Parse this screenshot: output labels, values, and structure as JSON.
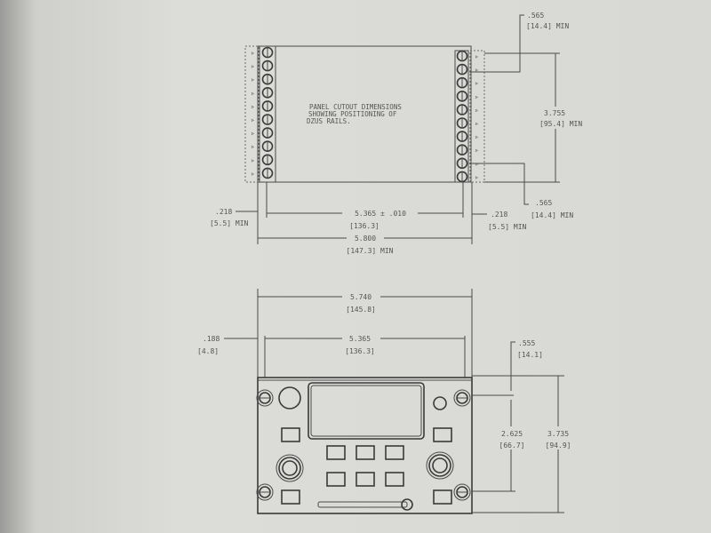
{
  "top_view": {
    "note": [
      "PANEL CUTOUT DIMENSIONS",
      "SHOWING POSITIONING OF",
      "DZUS RAILS."
    ],
    "dims": {
      "top_offset": ".565",
      "top_offset_mm": "[14.4] MIN",
      "height": "3.755",
      "height_mm": "[95.4] MIN",
      "bottom_offset": ".565",
      "bottom_offset_mm": "[14.4] MIN",
      "inner_width": "5.365 ± .010",
      "inner_width_mm": "[136.3]",
      "left_margin": ".218",
      "left_margin_mm": "[5.5] MIN",
      "right_margin": ".218",
      "right_margin_mm": "[5.5] MIN",
      "overall_width": "5.800",
      "overall_width_mm": "[147.3] MIN"
    }
  },
  "bottom_view": {
    "dims": {
      "overall_width": "5.740",
      "overall_width_mm": "[145.8]",
      "left_offset": ".188",
      "left_offset_mm": "[4.8]",
      "hole_spacing": "5.365",
      "hole_spacing_mm": "[136.3]",
      "top_offset": ".555",
      "top_offset_mm": "[14.1]",
      "hole_vertical": "2.625",
      "hole_vertical_mm": "[66.7]",
      "height": "3.735",
      "height_mm": "[94.9]"
    }
  }
}
